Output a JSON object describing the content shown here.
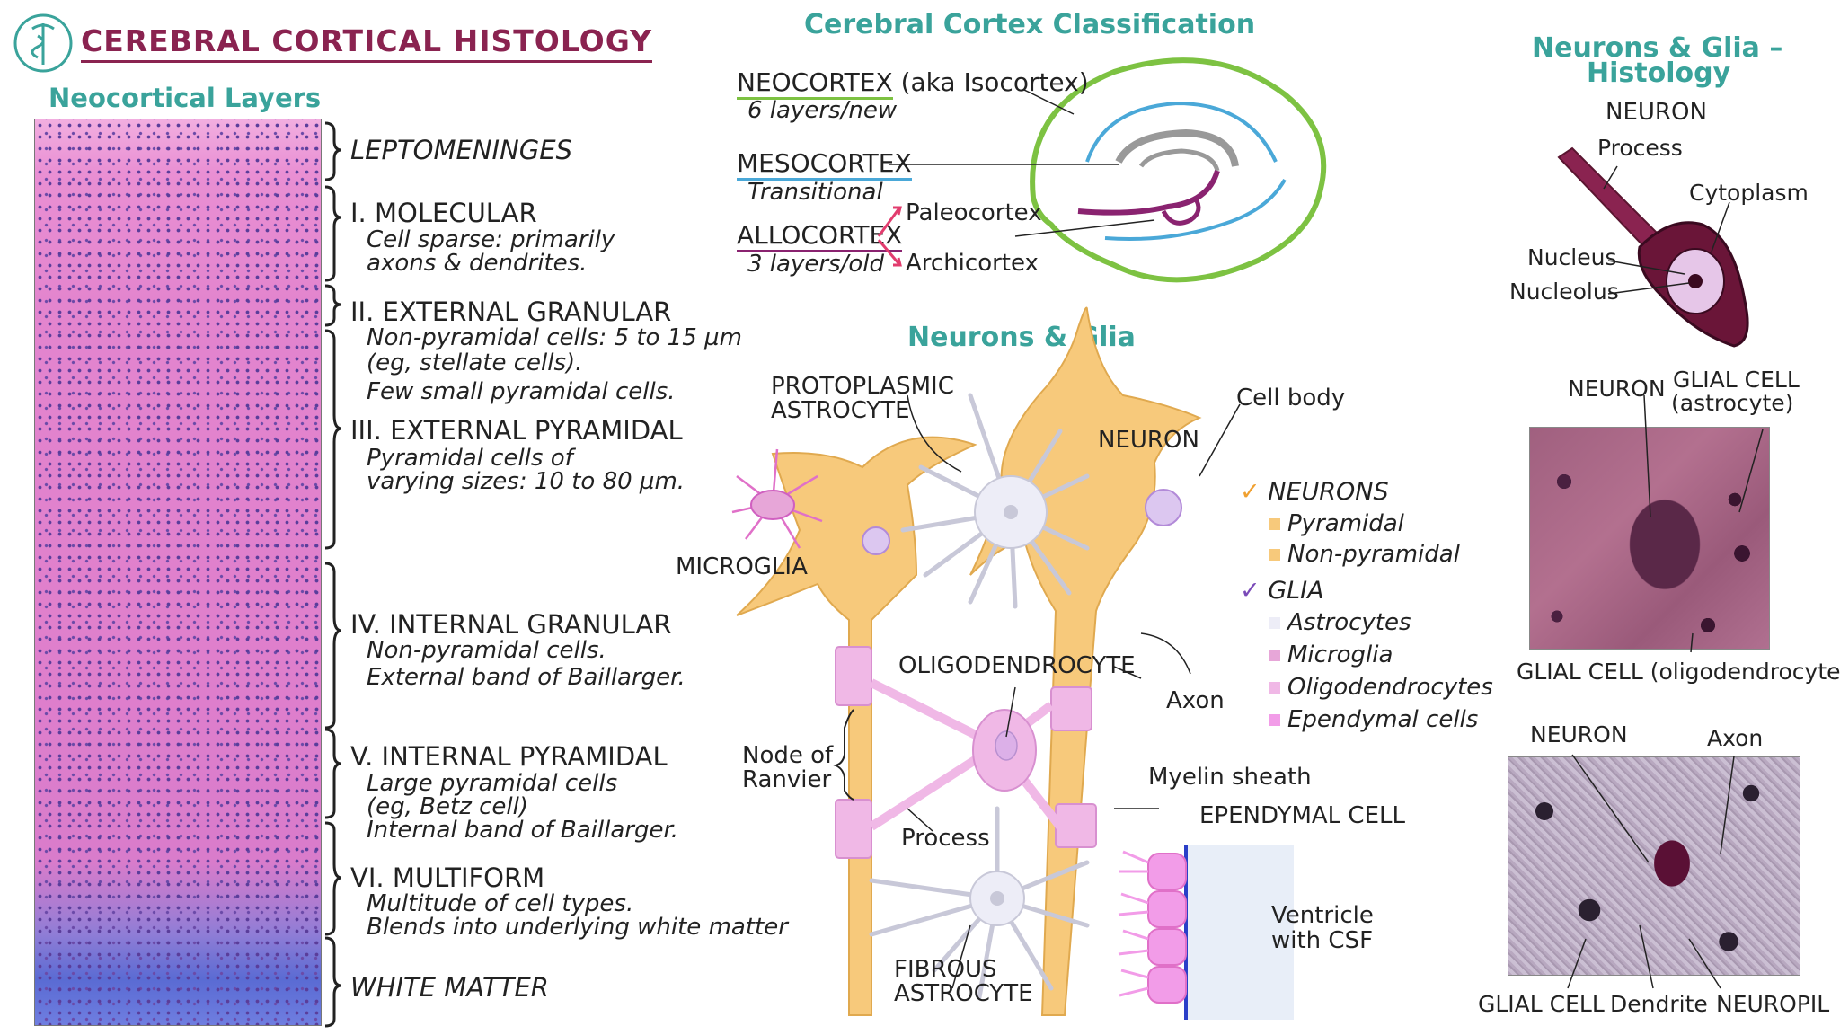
{
  "title": "CEREBRAL CORTICAL HISTOLOGY",
  "left": {
    "subtitle": "Neocortical Layers",
    "layers": [
      {
        "name": "LEPTOMENINGES",
        "desc": []
      },
      {
        "name": "I. MOLECULAR",
        "desc": [
          "Cell sparse: primarily",
          "axons & dendrites."
        ]
      },
      {
        "name": "II. EXTERNAL GRANULAR",
        "desc": [
          "Non-pyramidal cells: 5 to 15 µm",
          "(eg, stellate cells).",
          "Few small pyramidal cells."
        ]
      },
      {
        "name": "III. EXTERNAL PYRAMIDAL",
        "desc": [
          "Pyramidal cells of",
          "varying sizes: 10 to 80 µm."
        ]
      },
      {
        "name": "IV. INTERNAL GRANULAR",
        "desc": [
          "Non-pyramidal cells.",
          "External band of Baillarger."
        ]
      },
      {
        "name": "V. INTERNAL PYRAMIDAL",
        "desc": [
          "Large pyramidal cells",
          "(eg, Betz cell)",
          "Internal band of Baillarger."
        ]
      },
      {
        "name": "VI. MULTIFORM",
        "desc": [
          "Multitude of cell types.",
          "Blends into underlying white matter"
        ]
      },
      {
        "name": "WHITE MATTER",
        "desc": []
      }
    ]
  },
  "classification": {
    "title": "Cerebral Cortex Classification",
    "neocortex": "NEOCORTEX",
    "neocortex_aka": "(aka Isocortex)",
    "neocortex_sub": "6 layers/new",
    "mesocortex": "MESOCORTEX",
    "mesocortex_sub": "Transitional",
    "allocortex": "ALLOCORTEX",
    "allocortex_sub": "3 layers/old",
    "paleocortex": "Paleocortex",
    "archicortex": "Archicortex"
  },
  "neurons_glia": {
    "title": "Neurons & Glia",
    "protoplasmic_astrocyte": [
      "PROTOPLASMIC",
      "ASTROCYTE"
    ],
    "microglia": "MICROGLIA",
    "neuron": "NEURON",
    "cell_body": "Cell body",
    "oligodendrocyte": "OLIGODENDROCYTE",
    "axon": "Axon",
    "node_of_ranvier": [
      "Node of",
      "Ranvier"
    ],
    "process": "Process",
    "myelin_sheath": "Myelin sheath",
    "ependymal_cell": "EPENDYMAL CELL",
    "ventricle": [
      "Ventricle",
      "with CSF"
    ],
    "fibrous_astrocyte": [
      "FIBROUS",
      "ASTROCYTE"
    ],
    "legend": {
      "neurons": "NEURONS",
      "neuron_items": [
        "Pyramidal",
        "Non-pyramidal"
      ],
      "glia": "GLIA",
      "glia_items": [
        "Astrocytes",
        "Microglia",
        "Oligodendrocytes",
        "Ependymal cells"
      ]
    }
  },
  "histology": {
    "title": [
      "Neurons & Glia –",
      "Histology"
    ],
    "neuron_title": "NEURON",
    "process": "Process",
    "cytoplasm": "Cytoplasm",
    "nucleus": "Nucleus",
    "nucleolus": "Nucleolus",
    "img1_neuron": "NEURON",
    "img1_glial": [
      "GLIAL CELL",
      "(astrocyte)"
    ],
    "img1_glial_olig": "GLIAL CELL (oligodendrocyte)",
    "img2_neuron": "NEURON",
    "img2_axon": "Axon",
    "img2_glial": "GLIAL CELL",
    "img2_dendrite": "Dendrite",
    "img2_neuropil": "NEUROPIL"
  },
  "colors": {
    "title": "#8a2350",
    "teal": "#3aa39b",
    "neuron": "#f7c97b",
    "glia_astro": "#ededf7",
    "microglia": "#e7a6d8",
    "oligo": "#f0b8e6",
    "ependymal": "#f29ce8",
    "neocortex_line": "#7dc242",
    "mesocortex_line": "#4aa8d8",
    "allocortex_line": "#8a2370"
  }
}
